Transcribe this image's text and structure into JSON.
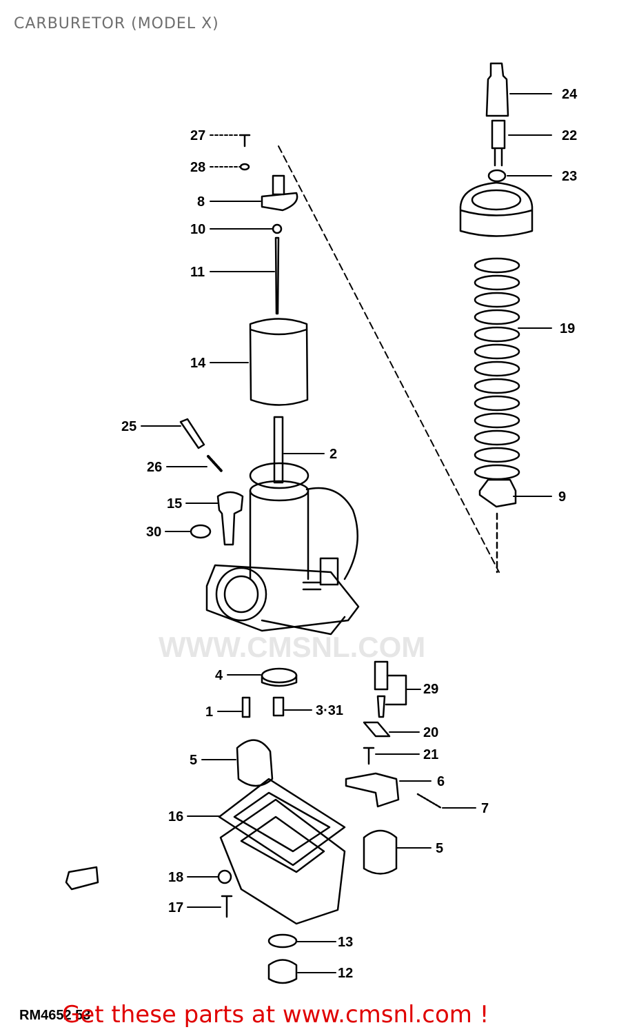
{
  "title": "CARBURETOR (MODEL X)",
  "watermark": "WWW.CMSNL.COM",
  "footer_code": "RM4652 53",
  "cta": "Get these parts at www.cmsnl.com !",
  "callouts": [
    "24",
    "22",
    "23",
    "19",
    "9",
    "27",
    "28",
    "8",
    "10",
    "11",
    "14",
    "25",
    "2",
    "26",
    "15",
    "30",
    "4",
    "29",
    "1",
    "3·31",
    "20",
    "21",
    "5",
    "6",
    "7",
    "16",
    "5",
    "18",
    "17",
    "13",
    "12"
  ]
}
